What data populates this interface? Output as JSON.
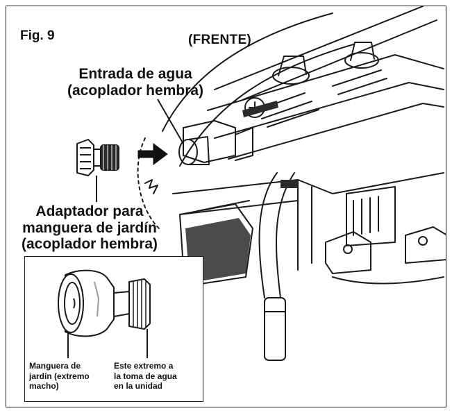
{
  "figure": {
    "label": "Fig. 9",
    "orientation": "(FRENTE)"
  },
  "callouts": {
    "inlet_line1": "Entrada de agua",
    "inlet_line2": "(acoplador hembra)",
    "adapter_line1": "Adaptador para",
    "adapter_line2": "manguera de jardín",
    "adapter_line3": "(acoplador hembra)"
  },
  "inset": {
    "hose_line1": "Manguera de",
    "hose_line2": "jardín (extremo",
    "hose_line3": "macho)",
    "end_line1": "Este extremo a",
    "end_line2": "la toma de agua",
    "end_line3": "en la unidad"
  },
  "colors": {
    "ink": "#1a1a1a",
    "machine_dark": "#2b2b2b",
    "shade": "#9a9a9a"
  }
}
